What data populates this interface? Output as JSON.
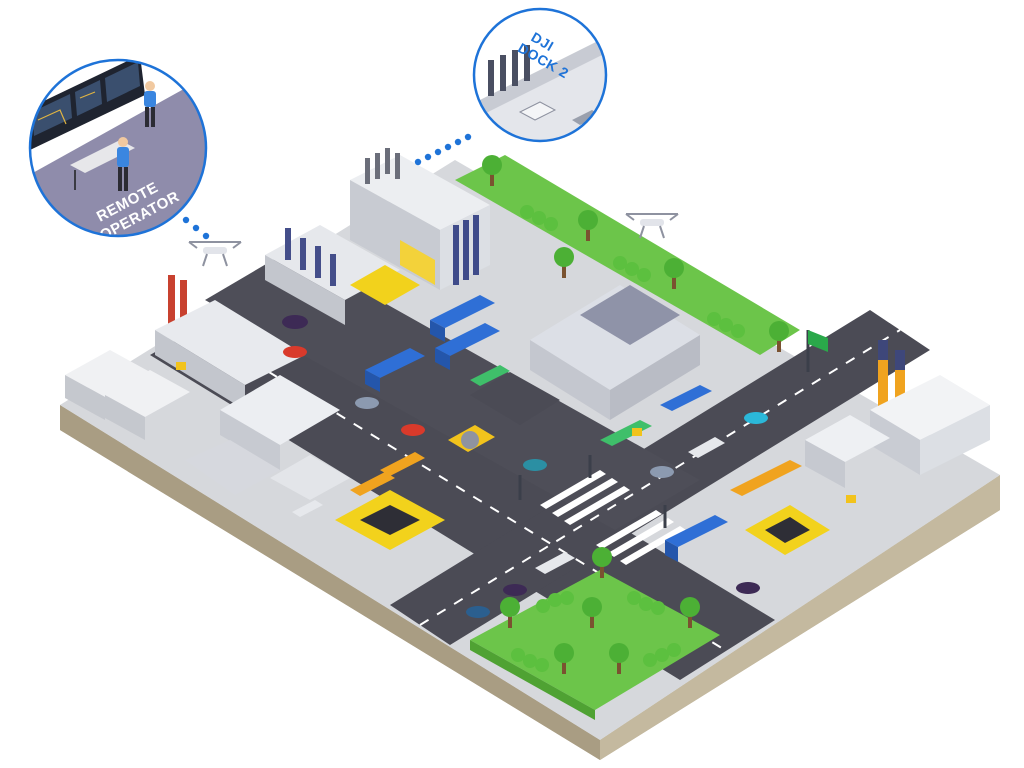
{
  "callouts": {
    "remote_operator": {
      "line1": "REMOTE",
      "line2": "OPERATOR"
    },
    "dock": {
      "line1": "DJI",
      "line2": "DOCK 2"
    }
  },
  "colors": {
    "ground": "#c9bfa6",
    "road": "#4b4b55",
    "grass": "#6cc54a",
    "callout_border": "#1e73d8",
    "connector": "#1e73d8",
    "hazard_yellow": "#f2d21c",
    "container_blue": "#2f6fd6",
    "container_orange": "#f0a31f",
    "container_green": "#3fbf6a"
  },
  "icons": [
    "drone-icon",
    "tree-icon",
    "truck-icon",
    "car-icon",
    "forklift-icon",
    "person-icon",
    "dock-icon",
    "traffic-light-icon",
    "road-sign-icon"
  ]
}
